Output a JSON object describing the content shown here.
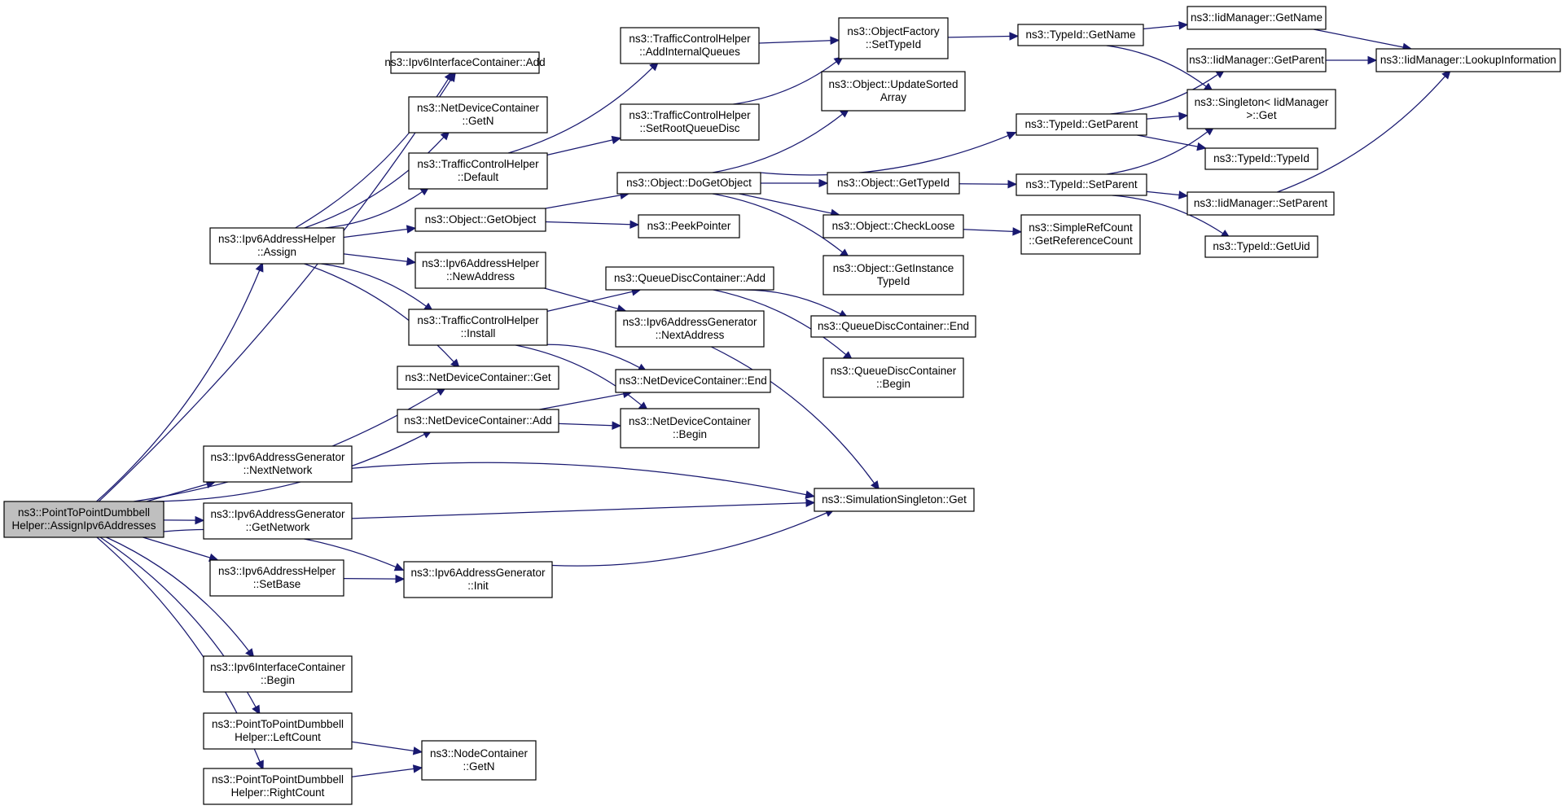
{
  "diagram": {
    "colors": {
      "edge": "#191970",
      "node_fill": "#ffffff",
      "root_fill": "#bfbfbf",
      "node_border": "#000000"
    },
    "nodes": [
      {
        "id": "root",
        "lines": [
          "ns3::PointToPointDumbbell",
          "Helper::AssignIpv6Addresses"
        ],
        "root": true
      },
      {
        "id": "ic_add",
        "lines": [
          "ns3::Ipv6InterfaceContainer::Add"
        ]
      },
      {
        "id": "ndc_getn",
        "lines": [
          "ns3::NetDeviceContainer",
          "::GetN"
        ]
      },
      {
        "id": "tch_default",
        "lines": [
          "ns3::TrafficControlHelper",
          "::Default"
        ]
      },
      {
        "id": "obj_getobject",
        "lines": [
          "ns3::Object::GetObject"
        ]
      },
      {
        "id": "ah_assign",
        "lines": [
          "ns3::Ipv6AddressHelper",
          "::Assign"
        ]
      },
      {
        "id": "ah_newaddress",
        "lines": [
          "ns3::Ipv6AddressHelper",
          "::NewAddress"
        ]
      },
      {
        "id": "tch_install",
        "lines": [
          "ns3::TrafficControlHelper",
          "::Install"
        ]
      },
      {
        "id": "ndc_get",
        "lines": [
          "ns3::NetDeviceContainer::Get"
        ]
      },
      {
        "id": "ndc_add",
        "lines": [
          "ns3::NetDeviceContainer::Add"
        ]
      },
      {
        "id": "ag_nextnetwork",
        "lines": [
          "ns3::Ipv6AddressGenerator",
          "::NextNetwork"
        ]
      },
      {
        "id": "ag_getnetwork",
        "lines": [
          "ns3::Ipv6AddressGenerator",
          "::GetNetwork"
        ]
      },
      {
        "id": "ah_setbase",
        "lines": [
          "ns3::Ipv6AddressHelper",
          "::SetBase"
        ]
      },
      {
        "id": "ic_begin",
        "lines": [
          "ns3::Ipv6InterfaceContainer",
          "::Begin"
        ]
      },
      {
        "id": "p2p_left",
        "lines": [
          "ns3::PointToPointDumbbell",
          "Helper::LeftCount"
        ]
      },
      {
        "id": "p2p_right",
        "lines": [
          "ns3::PointToPointDumbbell",
          "Helper::RightCount"
        ]
      },
      {
        "id": "tch_addqueues",
        "lines": [
          "ns3::TrafficControlHelper",
          "::AddInternalQueues"
        ]
      },
      {
        "id": "tch_setroot",
        "lines": [
          "ns3::TrafficControlHelper",
          "::SetRootQueueDisc"
        ]
      },
      {
        "id": "obj_dogetobject",
        "lines": [
          "ns3::Object::DoGetObject"
        ]
      },
      {
        "id": "peekpointer",
        "lines": [
          "ns3::PeekPointer"
        ]
      },
      {
        "id": "qdc_add",
        "lines": [
          "ns3::QueueDiscContainer::Add"
        ]
      },
      {
        "id": "ag_nextaddress",
        "lines": [
          "ns3::Ipv6AddressGenerator",
          "::NextAddress"
        ]
      },
      {
        "id": "ndc_end",
        "lines": [
          "ns3::NetDeviceContainer::End"
        ]
      },
      {
        "id": "ndc_begin",
        "lines": [
          "ns3::NetDeviceContainer",
          "::Begin"
        ]
      },
      {
        "id": "ag_init",
        "lines": [
          "ns3::Ipv6AddressGenerator",
          "::Init"
        ]
      },
      {
        "id": "nc_getn",
        "lines": [
          "ns3::NodeContainer",
          "::GetN"
        ]
      },
      {
        "id": "of_settypeid",
        "lines": [
          "ns3::ObjectFactory",
          "::SetTypeId"
        ]
      },
      {
        "id": "obj_updatesorted",
        "lines": [
          "ns3::Object::UpdateSorted",
          "Array"
        ]
      },
      {
        "id": "obj_gettypeid",
        "lines": [
          "ns3::Object::GetTypeId"
        ]
      },
      {
        "id": "obj_checkloose",
        "lines": [
          "ns3::Object::CheckLoose"
        ]
      },
      {
        "id": "obj_getinstance",
        "lines": [
          "ns3::Object::GetInstance",
          "TypeId"
        ]
      },
      {
        "id": "qdc_end",
        "lines": [
          "ns3::QueueDiscContainer::End"
        ]
      },
      {
        "id": "qdc_begin",
        "lines": [
          "ns3::QueueDiscContainer",
          "::Begin"
        ]
      },
      {
        "id": "sim_get",
        "lines": [
          "ns3::SimulationSingleton::Get"
        ]
      },
      {
        "id": "tid_getname",
        "lines": [
          "ns3::TypeId::GetName"
        ]
      },
      {
        "id": "tid_getparent",
        "lines": [
          "ns3::TypeId::GetParent"
        ]
      },
      {
        "id": "tid_setparent",
        "lines": [
          "ns3::TypeId::SetParent"
        ]
      },
      {
        "id": "src_getrefcount",
        "lines": [
          "ns3::SimpleRefCount",
          "::GetReferenceCount"
        ]
      },
      {
        "id": "iid_getname",
        "lines": [
          "ns3::IidManager::GetName"
        ]
      },
      {
        "id": "iid_getparent",
        "lines": [
          "ns3::IidManager::GetParent"
        ]
      },
      {
        "id": "singleton_get",
        "lines": [
          "ns3::Singleton< IidManager",
          " >::Get"
        ]
      },
      {
        "id": "tid_typeid",
        "lines": [
          "ns3::TypeId::TypeId"
        ]
      },
      {
        "id": "iid_setparent",
        "lines": [
          "ns3::IidManager::SetParent"
        ]
      },
      {
        "id": "tid_getuid",
        "lines": [
          "ns3::TypeId::GetUid"
        ]
      },
      {
        "id": "iid_lookup",
        "lines": [
          "ns3::IidManager::LookupInformation"
        ]
      }
    ],
    "edges": [
      [
        "root",
        "ic_add"
      ],
      [
        "root",
        "ah_assign"
      ],
      [
        "root",
        "ndc_get"
      ],
      [
        "root",
        "ndc_add"
      ],
      [
        "root",
        "ag_nextnetwork"
      ],
      [
        "root",
        "ag_getnetwork"
      ],
      [
        "root",
        "ah_setbase"
      ],
      [
        "root",
        "ag_init"
      ],
      [
        "root",
        "ic_begin"
      ],
      [
        "root",
        "p2p_left"
      ],
      [
        "root",
        "p2p_right"
      ],
      [
        "ah_assign",
        "ic_add"
      ],
      [
        "ah_assign",
        "ndc_getn"
      ],
      [
        "ah_assign",
        "tch_default"
      ],
      [
        "ah_assign",
        "obj_getobject"
      ],
      [
        "ah_assign",
        "ah_newaddress"
      ],
      [
        "ah_assign",
        "tch_install"
      ],
      [
        "ah_assign",
        "ndc_get"
      ],
      [
        "tch_default",
        "tch_addqueues"
      ],
      [
        "tch_default",
        "tch_setroot"
      ],
      [
        "tch_addqueues",
        "of_settypeid"
      ],
      [
        "tch_setroot",
        "of_settypeid"
      ],
      [
        "obj_getobject",
        "obj_dogetobject"
      ],
      [
        "obj_getobject",
        "peekpointer"
      ],
      [
        "ah_newaddress",
        "ag_nextaddress"
      ],
      [
        "tch_install",
        "qdc_add"
      ],
      [
        "tch_install",
        "ndc_end"
      ],
      [
        "tch_install",
        "ndc_begin"
      ],
      [
        "ndc_add",
        "ndc_end"
      ],
      [
        "ndc_add",
        "ndc_begin"
      ],
      [
        "ag_nextnetwork",
        "sim_get"
      ],
      [
        "ag_getnetwork",
        "sim_get"
      ],
      [
        "ag_nextaddress",
        "sim_get"
      ],
      [
        "ah_setbase",
        "ag_init"
      ],
      [
        "ag_init",
        "sim_get"
      ],
      [
        "p2p_left",
        "nc_getn"
      ],
      [
        "p2p_right",
        "nc_getn"
      ],
      [
        "of_settypeid",
        "tid_getname"
      ],
      [
        "obj_dogetobject",
        "obj_updatesorted"
      ],
      [
        "obj_dogetobject",
        "tid_getparent"
      ],
      [
        "obj_dogetobject",
        "obj_gettypeid"
      ],
      [
        "obj_dogetobject",
        "obj_checkloose"
      ],
      [
        "obj_dogetobject",
        "obj_getinstance"
      ],
      [
        "obj_gettypeid",
        "tid_setparent"
      ],
      [
        "obj_checkloose",
        "src_getrefcount"
      ],
      [
        "qdc_add",
        "qdc_end"
      ],
      [
        "qdc_add",
        "qdc_begin"
      ],
      [
        "tid_getname",
        "iid_getname"
      ],
      [
        "tid_getname",
        "singleton_get"
      ],
      [
        "tid_getparent",
        "iid_getparent"
      ],
      [
        "tid_getparent",
        "singleton_get"
      ],
      [
        "tid_getparent",
        "tid_typeid"
      ],
      [
        "tid_setparent",
        "singleton_get"
      ],
      [
        "tid_setparent",
        "iid_setparent"
      ],
      [
        "tid_setparent",
        "tid_getuid"
      ],
      [
        "iid_getname",
        "iid_lookup"
      ],
      [
        "iid_getparent",
        "iid_lookup"
      ],
      [
        "iid_setparent",
        "iid_lookup"
      ]
    ]
  }
}
